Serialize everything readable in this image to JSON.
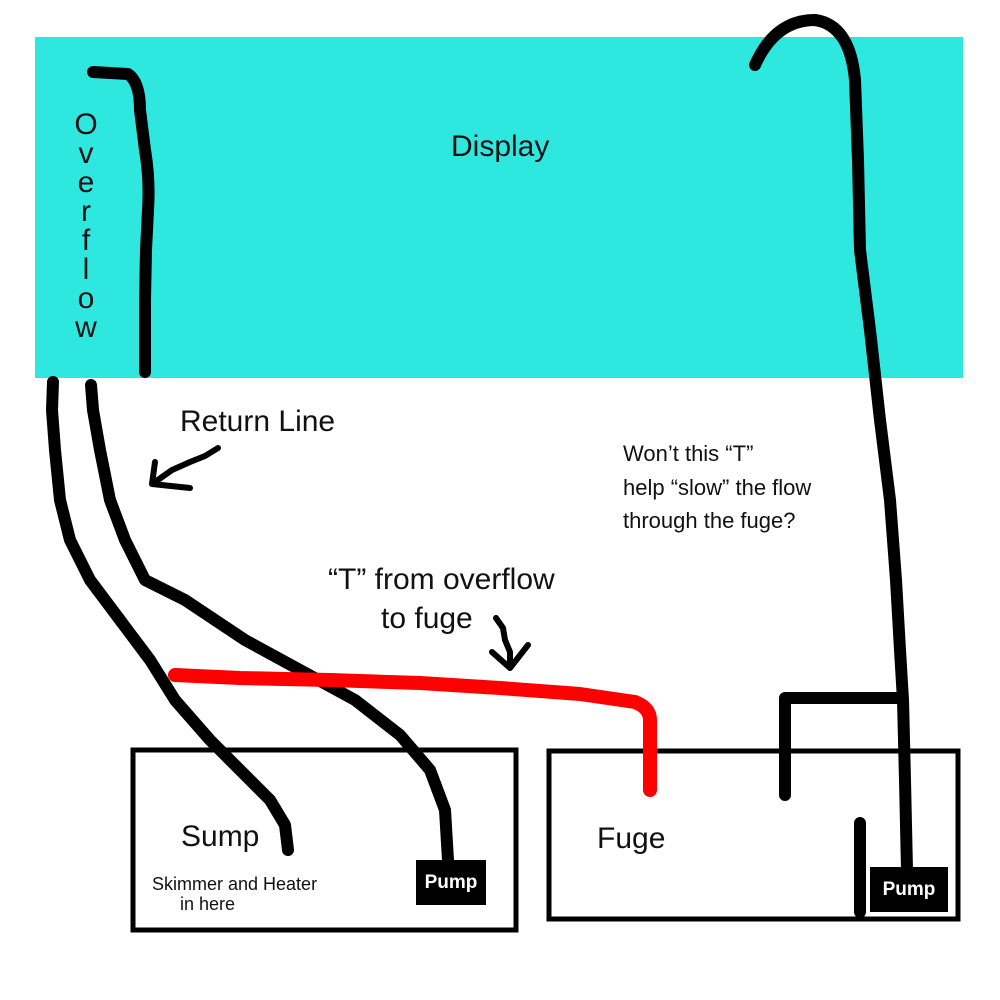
{
  "display": {
    "label": "Display",
    "color": "#2ee8e0"
  },
  "overflow": {
    "letters": [
      "O",
      "v",
      "e",
      "r",
      "f",
      "l",
      "o",
      "w"
    ]
  },
  "return_line": {
    "label": "Return Line"
  },
  "t_note": {
    "line1": "“T” from overflow",
    "line2": "to fuge",
    "color": "#ff0000"
  },
  "question": {
    "line1": "Won’t this “T”",
    "line2": "help “slow” the flow",
    "line3": "through the fuge?"
  },
  "sump": {
    "label": "Sump",
    "note_line1": "Skimmer and Heater",
    "note_line2": "in here",
    "pump_label": "Pump"
  },
  "fuge": {
    "label": "Fuge",
    "pump_label": "Pump"
  }
}
